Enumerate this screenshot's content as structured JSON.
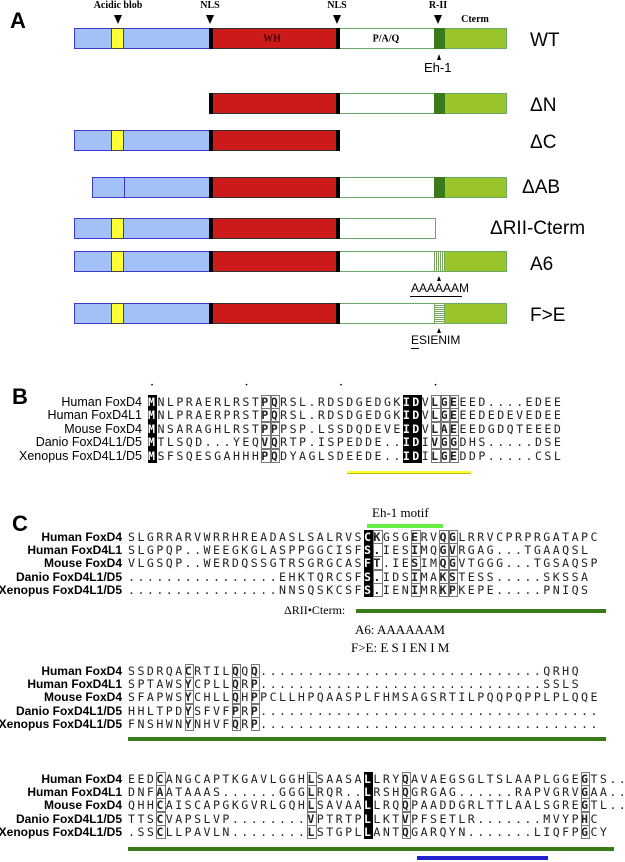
{
  "colors": {
    "nterm": "#a4c1f7",
    "nterm_border": "#3a3ad0",
    "acidic": "#ffff33",
    "wh": "#cc1a1a",
    "nls": "#000000",
    "paq": "#ffffff",
    "paq_border": "#6aa86a",
    "rii": "#3a7a1a",
    "cterm": "#9ac52a",
    "eh1_bar": "#66ee44",
    "yellow_bar": "#ffff33",
    "green_bar": "#3a7a1a",
    "blue_bar": "#2222cc"
  },
  "panelA": {
    "label": "A",
    "markers": [
      {
        "key": "acidic",
        "label": "Acidic blob"
      },
      {
        "key": "nls1",
        "label": "NLS"
      },
      {
        "key": "nls2",
        "label": "NLS"
      },
      {
        "key": "rii",
        "label": "R-II"
      }
    ],
    "cterm_label": "Cterm",
    "wh_label": "WH",
    "paq_label": "P/A/Q",
    "eh1_label": "Eh-1",
    "constructs": [
      {
        "id": "wt",
        "name": "WT"
      },
      {
        "id": "dn",
        "name": "ΔN"
      },
      {
        "id": "dc",
        "name": "ΔC"
      },
      {
        "id": "dab",
        "name": "ΔAB"
      },
      {
        "id": "drii",
        "name": "ΔRII-Cterm"
      },
      {
        "id": "a6",
        "name": "A6",
        "mutation": "AAAAAAM"
      },
      {
        "id": "fe",
        "name": "F>E",
        "mutation": "ESIENIM"
      }
    ]
  },
  "panelB": {
    "label": "B",
    "rows": [
      {
        "name": "Human FoxD4",
        "seq": "MNLPRAERLRSTPQRSL.RDSDGEDGKIDVLGEEED....EDEE"
      },
      {
        "name": "Human FoxD4L1",
        "seq": "MNLPRAERPRSTPQRSL.RDSDGEDGKIDVLGEEEDEDEVEDEE"
      },
      {
        "name": "Mouse FoxD4",
        "seq": "MNSARAGHLRSTPPPSP.LSSDQDEVEIDVLAEEEDGDQTEEED"
      },
      {
        "name": "Danio FoxD4L1/D5",
        "seq": "MTLSQD...YEQVQRTP.ISPEDDE..IDIVGGDHS.....DSE"
      },
      {
        "name": "Xenopus FoxD4L1/D5",
        "seq": "MSFSQESGAHHHPQDYAGLSDEEDE..IDILGEDDP.....CSL"
      }
    ]
  },
  "panelC": {
    "label": "C",
    "eh1_label": "Eh-1 motif",
    "drii_label": "ΔRII•Cterm:",
    "a6_label": "A6: AAAAAAM",
    "fe_label": "F>E: E S I EN I M",
    "names": [
      "Human FoxD4",
      "Human FoxD4L1",
      "Mouse FoxD4",
      "Danio FoxD4L1/D5",
      "Xenopus FoxD4L1/D5"
    ],
    "block1": [
      "SLGRRARVWRRHREADASLSALRVSCKGSGERVQGLRRVCPRPRGATAPC",
      "SLGPQP..WEEGKGLASPPGGCISFS.IESIMQGVRGAG...TGAAQSL",
      "VLGSQP..WERDQSSGTRSGRGCASFT.IESIMQGVTGGG...TGSAQSP",
      "................EHKTQRCSFS.IDSIMAKSTESS.....SKSSA",
      "................NNSQSKCSFS.IENIMRKPKEPE.....PNIQS"
    ],
    "block2": [
      "SSDRQACRTILQQQ..............................QRHQ",
      "SPTAWSYCPLLQRP..............................SSLS",
      "SFAPWSYCHLLQHPPCLLHPQAASPLFHMSAGSRTILPQQPQPPLPLQQE",
      "HHLTPDYSFVFPRP....................................",
      "FNSHWNYNHVFQRP...................................."
    ],
    "block3": [
      "EEDCANGCAPTKGAVLGGHLSAASALLRYQAVAEGSGLTSLAAPLGGEGTS...",
      "DNFAATAAAS......GGGLRQR..LRSHQGRGAG......RAPVGRVGAA...",
      "QHHCAISCAPGKGVRLGQHLSAVAALLRQQPAADDGRLTTLAALSGREGTL...",
      "TTSCVAPSLVP........VPTRTPLLKTVPFSETLR.......MVYPHC",
      ".SSCLLPAVLN........LSTGPLLANTQGARQYN.......LIQFPGCY"
    ]
  }
}
